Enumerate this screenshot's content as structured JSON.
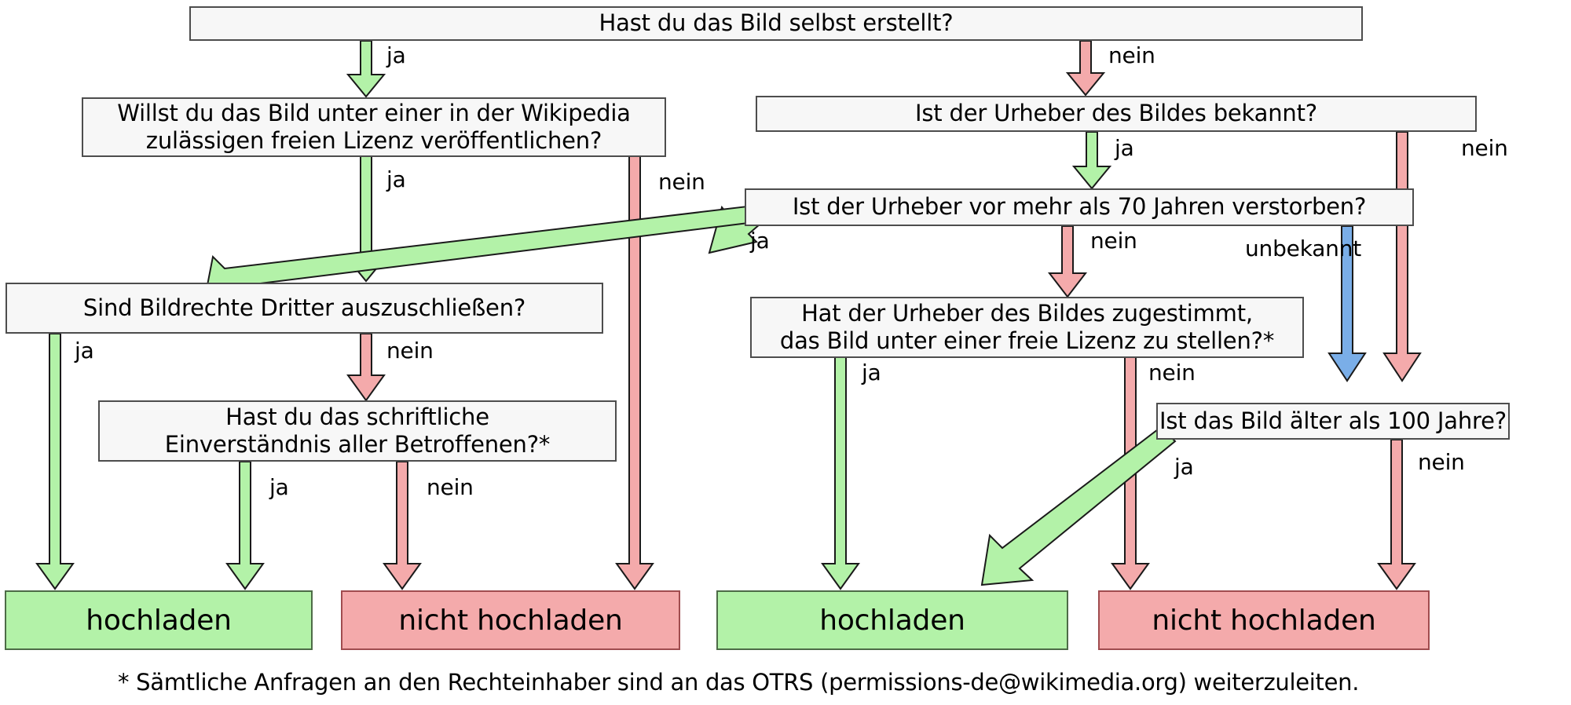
{
  "diagram": {
    "title_note": "Bilder-Upload-Entscheidungsbaum",
    "colors": {
      "yes_green": "#b3f2a8",
      "no_red": "#f4aaab",
      "unknown_blue": "#7aaee8",
      "node_fill": "#f7f7f7",
      "node_border": "#4d4d4d",
      "text": "#000000"
    },
    "nodes": [
      {
        "id": "q1",
        "label": "Hast du das Bild selbst erstellt?"
      },
      {
        "id": "q2",
        "label": "Willst du das Bild unter einer in der Wikipedia\nzulässigen freien Lizenz veröffentlichen?"
      },
      {
        "id": "q3",
        "label": "Ist der Urheber des Bildes bekannt?"
      },
      {
        "id": "q4",
        "label": "Ist der Urheber vor mehr als 70 Jahren verstorben?"
      },
      {
        "id": "q5",
        "label": "Sind Bildrechte Dritter auszuschließen?"
      },
      {
        "id": "q6",
        "label": "Hat der Urheber des Bildes zugestimmt,\ndas Bild unter einer freie Lizenz zu stellen?*"
      },
      {
        "id": "q7",
        "label": "Hast du das schriftliche\nEinverständnis aller Betroffenen?*"
      },
      {
        "id": "q8",
        "label": "Ist das Bild älter als 100 Jahre?"
      }
    ],
    "terminals": [
      {
        "id": "t1",
        "label": "hochladen",
        "kind": "green"
      },
      {
        "id": "t2",
        "label": "nicht hochladen",
        "kind": "red"
      },
      {
        "id": "t3",
        "label": "hochladen",
        "kind": "green"
      },
      {
        "id": "t4",
        "label": "nicht hochladen",
        "kind": "red"
      }
    ],
    "edge_labels": [
      {
        "id": "e1",
        "text": "ja"
      },
      {
        "id": "e2",
        "text": "nein"
      },
      {
        "id": "e3",
        "text": "ja"
      },
      {
        "id": "e4",
        "text": "nein"
      },
      {
        "id": "e5",
        "text": "ja"
      },
      {
        "id": "e6",
        "text": "nein"
      },
      {
        "id": "e7",
        "text": "ja"
      },
      {
        "id": "e8",
        "text": "nein"
      },
      {
        "id": "e9",
        "text": "unbekannt"
      },
      {
        "id": "e10",
        "text": "ja"
      },
      {
        "id": "e11",
        "text": "nein"
      },
      {
        "id": "e12",
        "text": "ja"
      },
      {
        "id": "e13",
        "text": "nein"
      },
      {
        "id": "e14",
        "text": "ja"
      },
      {
        "id": "e15",
        "text": "nein"
      },
      {
        "id": "e16",
        "text": "ja"
      },
      {
        "id": "e17",
        "text": "nein"
      }
    ],
    "footnote": "* Sämtliche Anfragen an den Rechteinhaber sind an das OTRS (permissions-de@wikimedia.org) weiterzuleiten."
  }
}
